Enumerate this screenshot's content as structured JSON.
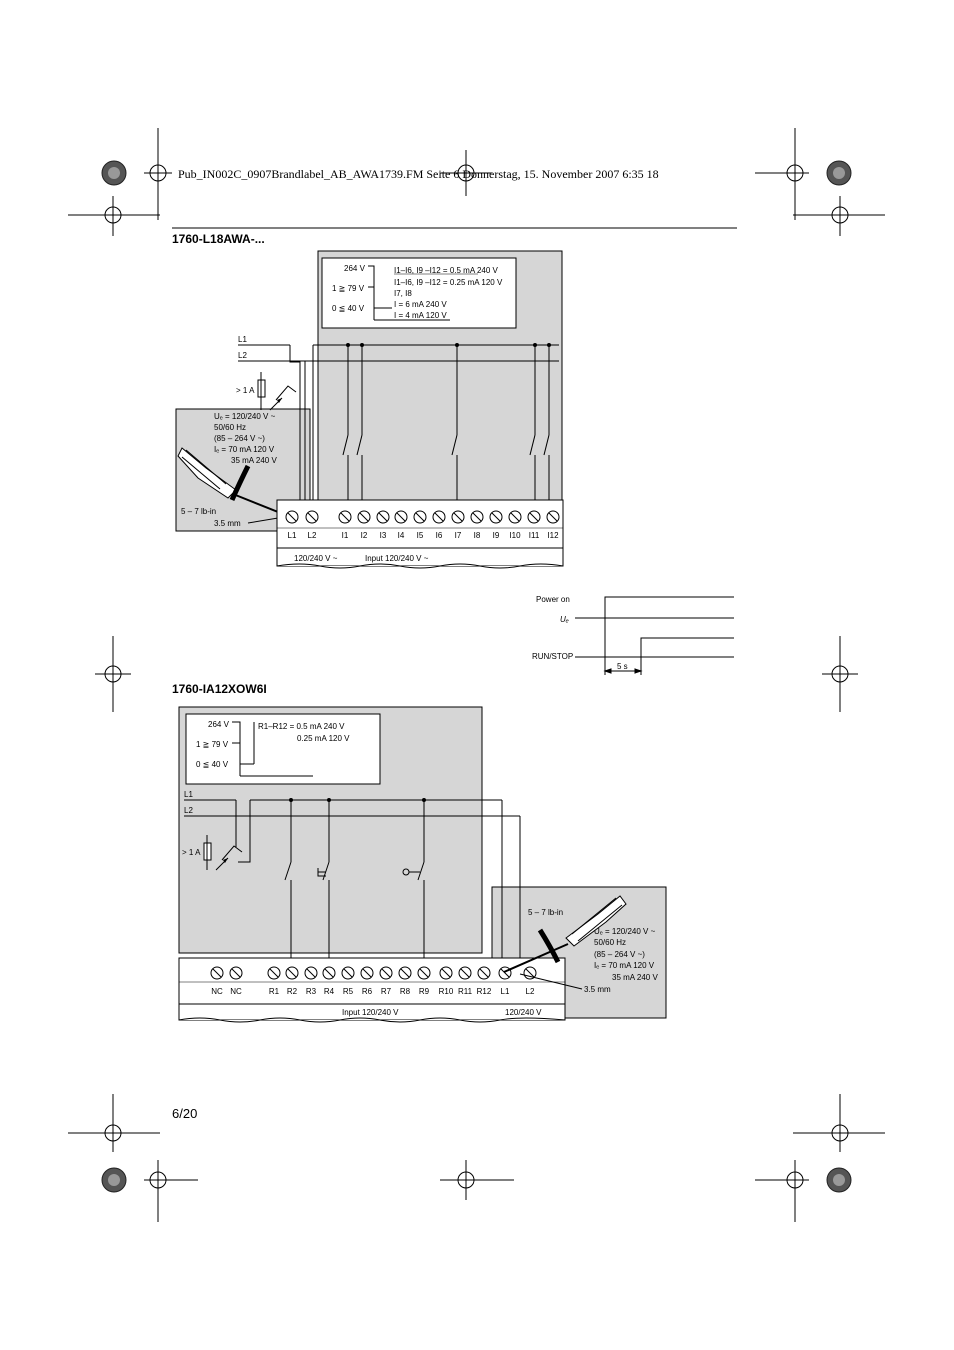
{
  "header": "Pub_IN002C_0907Brandlabel_AB_AWA1739.FM  Seite 6  Donnerstag, 15. November 2007  6:35 18",
  "page_number": "6/20",
  "section1": {
    "title": "1760-L18AWA-...",
    "levels": [
      "264 V",
      "1 ≧ 79 V",
      "0 ≦ 40 V"
    ],
    "currents": [
      "I1–I6, I9 –I12 = 0.5 mA 240 V",
      "I1–I6, I9 –I12 = 0.25 mA 120 V",
      "I7, I8",
      "I = 6 mA 240 V",
      "I = 4 mA 120 V"
    ],
    "line_l1": "L1",
    "line_l2": "L2",
    "fuse": "> 1 A",
    "supply": [
      "Uₑ = 120/240 V ~",
      "50/60 Hz",
      "(85 – 264 V ~)",
      "Iₑ = 70 mA 120 V",
      "35 mA 240 V"
    ],
    "torque": "5 – 7 lb-in",
    "blade": "3.5 mm",
    "terminals": [
      "L1",
      "L2",
      "I1",
      "I2",
      "I3",
      "I4",
      "I5",
      "I6",
      "I7",
      "I8",
      "I9",
      "I10",
      "I11",
      "I12"
    ],
    "bottom_left": "120/240 V ~",
    "bottom_right": "Input 120/240 V ~"
  },
  "timing": {
    "power_on": "Power on",
    "ue": "Uₑ",
    "run_stop": "RUN/STOP",
    "delay": "5 s"
  },
  "section2": {
    "title": "1760-IA12XOW6I",
    "levels": [
      "264 V",
      "1 ≧ 79 V",
      "0 ≦ 40 V"
    ],
    "currents": [
      "R1–R12 = 0.5 mA 240 V",
      "0.25 mA 120 V"
    ],
    "line_l1": "L1",
    "line_l2": "L2",
    "fuse": "> 1 A",
    "torque": "5 – 7 lb-in",
    "supply": [
      "Uₑ = 120/240 V ~",
      "50/60 Hz",
      "(85 – 264 V ~)",
      "Iₑ = 70 mA 120 V",
      "35 mA 240 V"
    ],
    "blade": "3.5 mm",
    "terminals": [
      "NC",
      "NC",
      "R1",
      "R2",
      "R3",
      "R4",
      "R5",
      "R6",
      "R7",
      "R8",
      "R9",
      "R10",
      "R11",
      "R12",
      "L1",
      "L2"
    ],
    "bottom_left": "Input 120/240 V",
    "bottom_right": "120/240 V"
  }
}
